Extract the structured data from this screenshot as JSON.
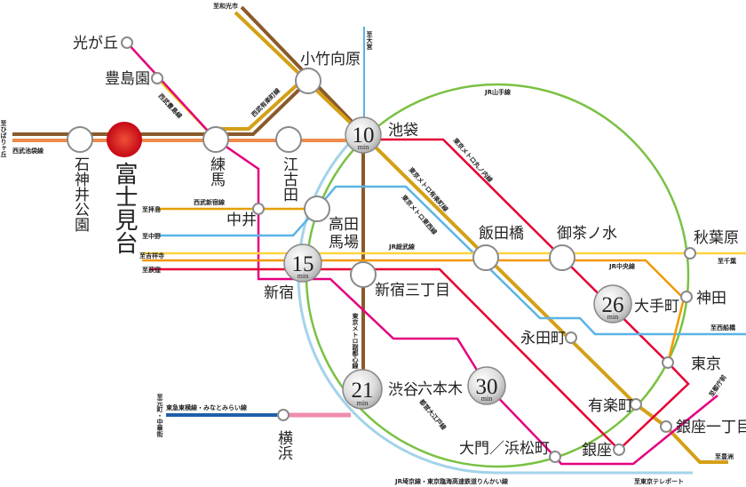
{
  "colors": {
    "seibu_ikebukuro": "#f08a4b",
    "brown_fukutoshin": "#8b5a2b",
    "gold_yurakucho": "#d4a017",
    "toshimaen": "#e6d200",
    "oedo": "#e4007f",
    "marunouchi": "#e60033",
    "tozai": "#5bb4e5",
    "sobu": "#ffd23f",
    "chuo": "#f39800",
    "yamanote": "#7ac143",
    "saikyo": "#a3d3ea",
    "toyoko": "#1e5fa8",
    "toyoko_pink": "#f08cad",
    "home": "#d7000f"
  },
  "home_station": {
    "name": "富士見台"
  },
  "stations": {
    "hikarigaoka": "光が丘",
    "toshimaen": "豊島園",
    "shakujii": "石神井公園",
    "nerima": "練馬",
    "ekoda": "江古田",
    "kotake": "小竹向原",
    "ikebukuro": "池袋",
    "nakai": "中井",
    "takadanobaba_1": "高田",
    "takadanobaba_2": "馬場",
    "shinjuku": "新宿",
    "shinjuku3": "新宿三丁目",
    "iidabashi": "飯田橋",
    "ochanomizu": "御茶ノ水",
    "akihabara": "秋葉原",
    "kanda": "神田",
    "otemachi": "大手町",
    "nagatacho": "永田町",
    "tokyo": "東京",
    "yurakucho": "有楽町",
    "ginza1": "銀座一丁目",
    "ginza": "銀座",
    "daimon": "大門／浜松町",
    "roppongi": "六本木",
    "shibuya": "渋谷",
    "yokohama": "横浜"
  },
  "times": {
    "ikebukuro": "10",
    "shinjuku": "15",
    "shibuya": "21",
    "otemachi": "26",
    "roppongi": "30",
    "unit": "min"
  },
  "line_labels": {
    "seibu_ikebukuro": "西武池袋線",
    "seibu_toshima": "西武豊島線",
    "seibu_yurakucho": "西武有楽町線",
    "seibu_shinjuku": "西武新宿線",
    "yamanote": "JR山手線",
    "marunouchi": "東京メトロ丸ノ内線",
    "yurakucho": "東京メトロ有楽町線",
    "tozai": "東京メトロ東西線",
    "sobu": "JR総武線",
    "chuo": "JR中央線",
    "fukutoshin": "東京メトロ副都心線",
    "oedo": "都営大江戸線",
    "toyoko": "東急東横線・みなとみらい線",
    "saikyo": "JR埼京線・東京臨海高速鉄道りんかい線"
  },
  "directions": {
    "wakoshi": "至和光市",
    "omiya": "至大宮",
    "hibarigaoka": "至ひばりヶ丘",
    "haijima": "至拝島",
    "nakano": "至中野",
    "kichijoji": "至吉祥寺",
    "ogikubo": "至荻窪",
    "chiba": "至千葉",
    "nishifunabashi": "至西船橋",
    "tochomae": "至都庁前",
    "toyosu": "至豊洲",
    "telecom": "至東京テレポート",
    "motomachi": "至元町・中華街"
  }
}
